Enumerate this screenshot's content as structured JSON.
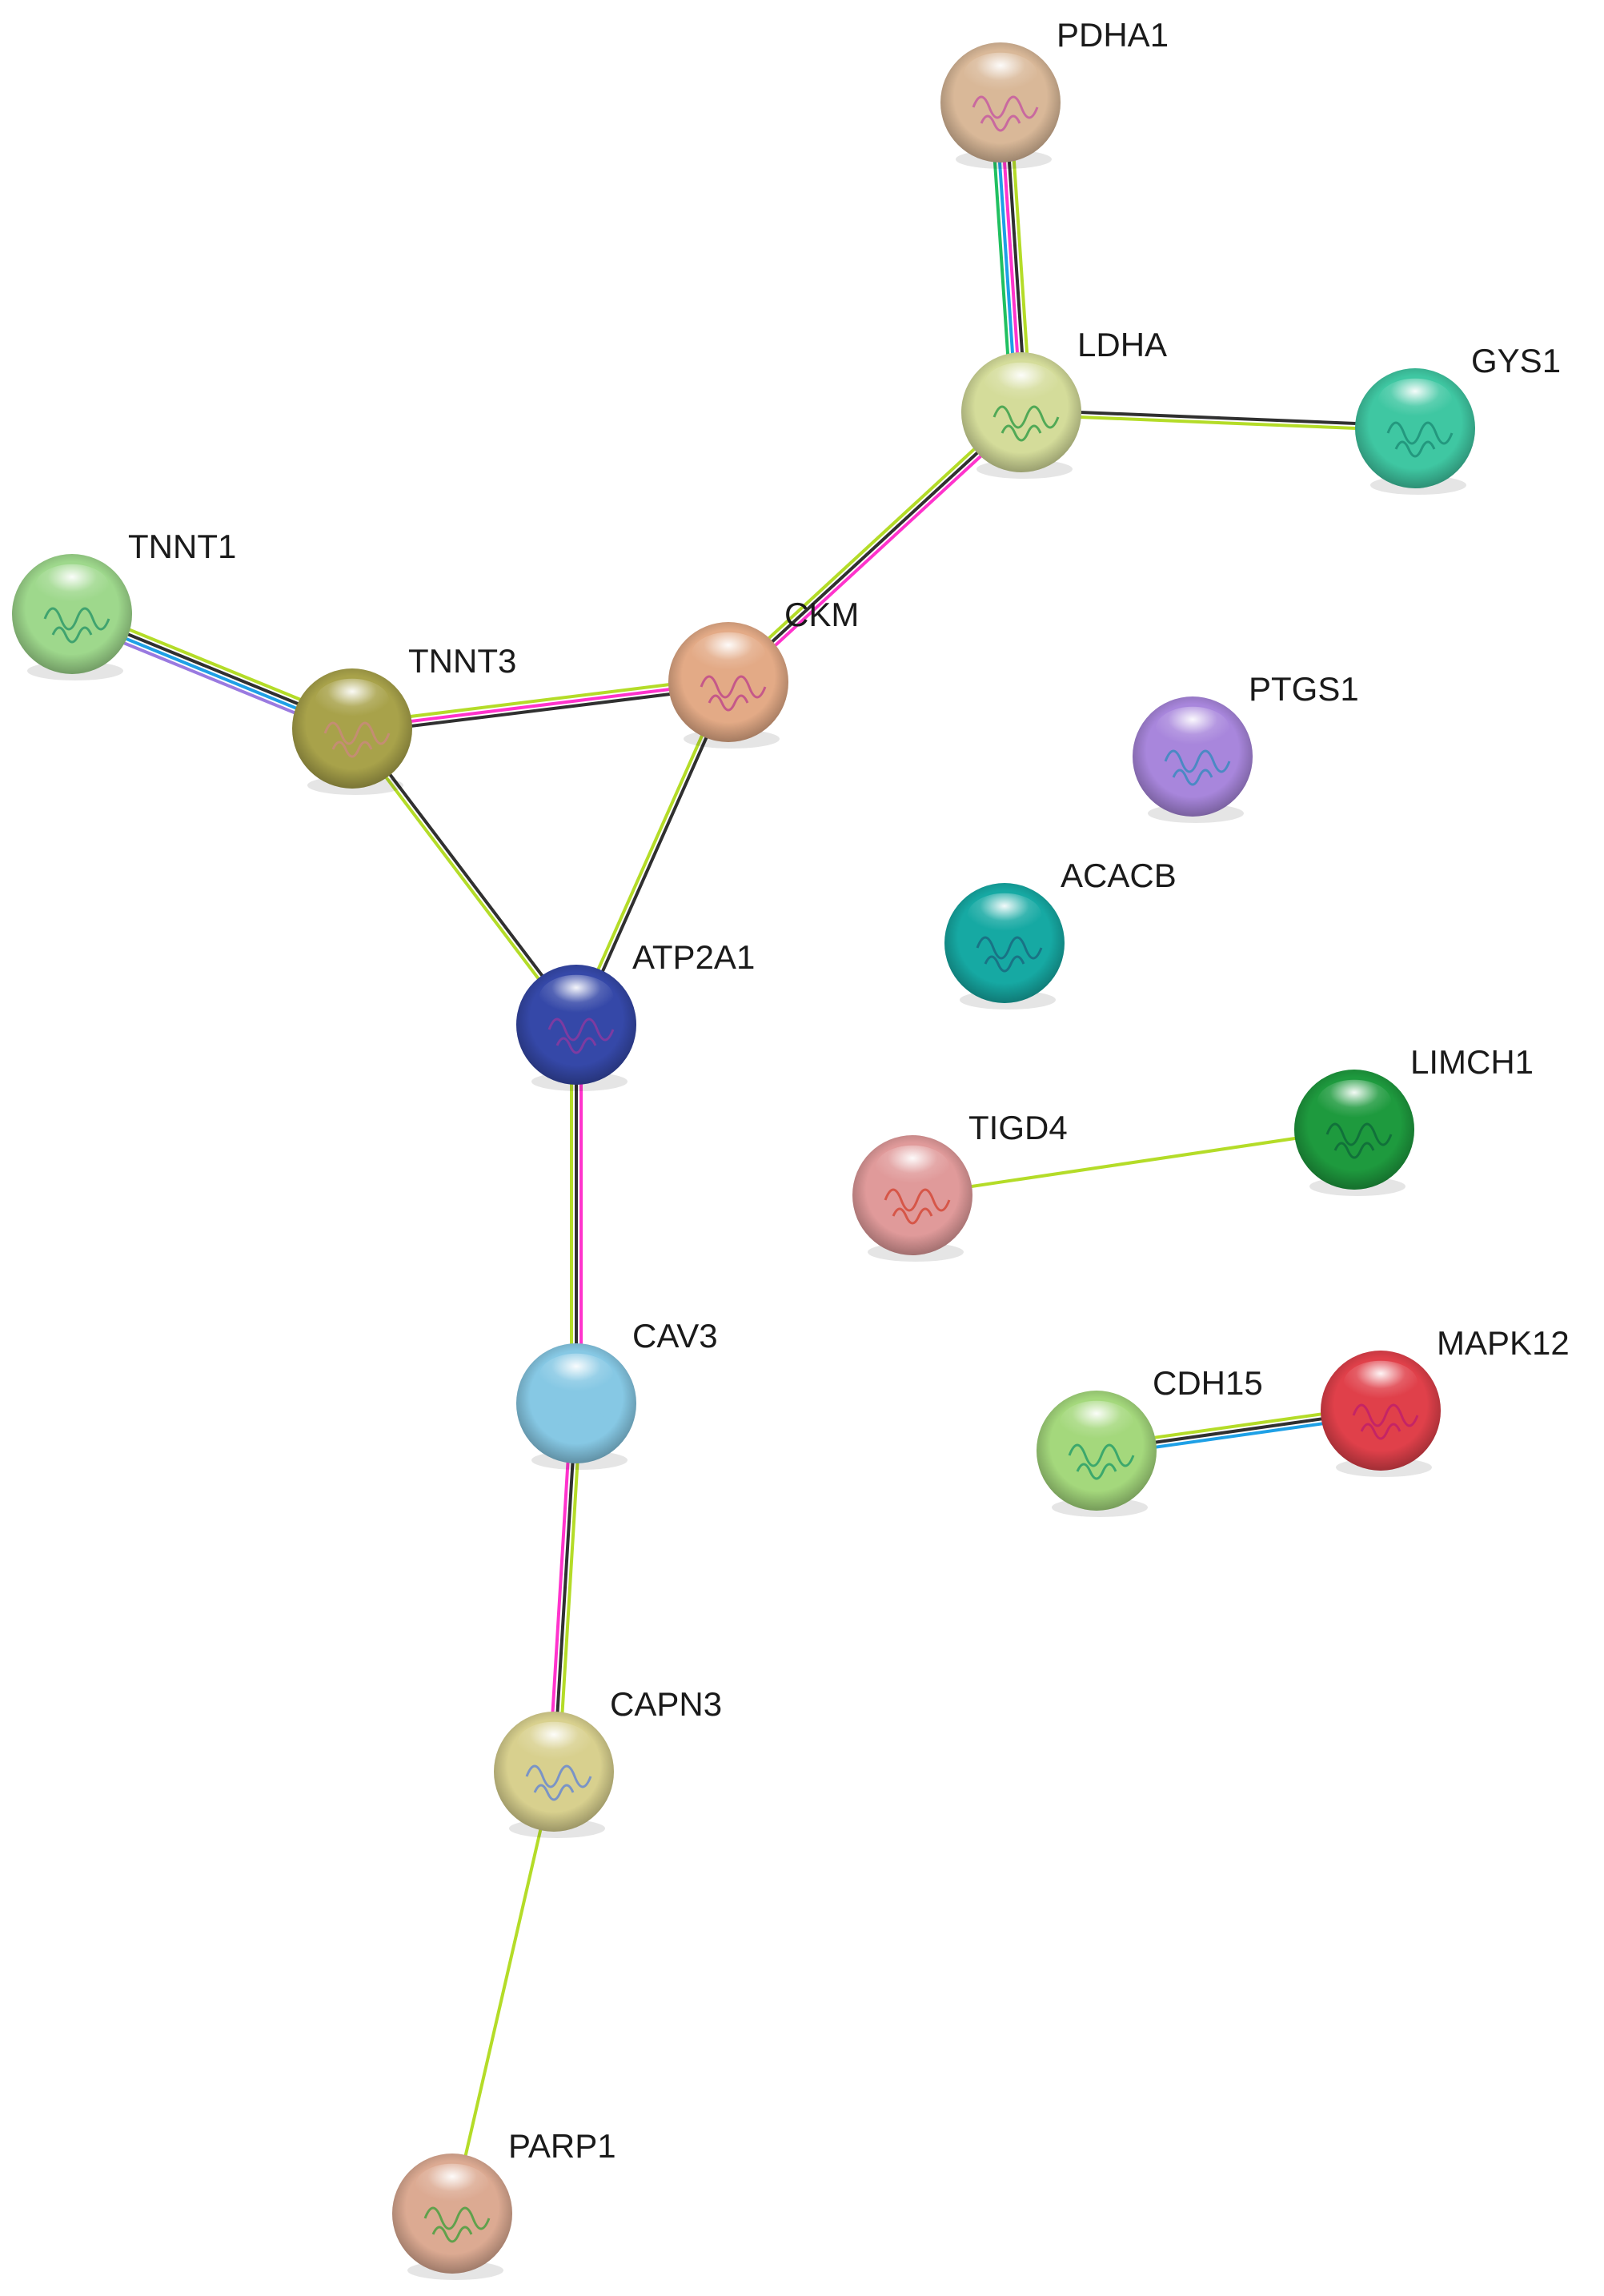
{
  "nodes": [
    {
      "id": "PDHA1",
      "label": "PDHA1",
      "color": "#d9b898",
      "glyph": "#c55aa0"
    },
    {
      "id": "LDHA",
      "label": "LDHA",
      "color": "#d4dc9a",
      "glyph": "#3aa04a"
    },
    {
      "id": "GYS1",
      "label": "GYS1",
      "color": "#3fc7a2",
      "glyph": "#1f8f78"
    },
    {
      "id": "TNNT1",
      "label": "TNNT1",
      "color": "#9ed88c",
      "glyph": "#2f9a6a"
    },
    {
      "id": "TNNT3",
      "label": "TNNT3",
      "color": "#a8a24a",
      "glyph": "#c98a7a"
    },
    {
      "id": "CKM",
      "label": "CKM",
      "color": "#e3aa86",
      "glyph": "#c04a8a"
    },
    {
      "id": "PTGS1",
      "label": "PTGS1",
      "color": "#a886dc",
      "glyph": "#3b8ac0"
    },
    {
      "id": "ACACB",
      "label": "ACACB",
      "color": "#16a9a3",
      "glyph": "#1a6a80"
    },
    {
      "id": "ATP2A1",
      "label": "ATP2A1",
      "color": "#3548a8",
      "glyph": "#8a3aa0"
    },
    {
      "id": "LIMCH1",
      "label": "LIMCH1",
      "color": "#1e9a3e",
      "glyph": "#0f6a3a"
    },
    {
      "id": "TIGD4",
      "label": "TIGD4",
      "color": "#e09a9a",
      "glyph": "#d44a3a"
    },
    {
      "id": "CAV3",
      "label": "CAV3",
      "color": "#86c8e4",
      "glyph": "#86c8e4"
    },
    {
      "id": "MAPK12",
      "label": "MAPK12",
      "color": "#e0404a",
      "glyph": "#c0206a"
    },
    {
      "id": "CDH15",
      "label": "CDH15",
      "color": "#a4d87c",
      "glyph": "#2aa06a"
    },
    {
      "id": "CAPN3",
      "label": "CAPN3",
      "color": "#d8d08e",
      "glyph": "#6a8ad0"
    },
    {
      "id": "PARP1",
      "label": "PARP1",
      "color": "#dcaa92",
      "glyph": "#4aa040"
    }
  ],
  "edges": [
    {
      "source": "PDHA1",
      "target": "LDHA",
      "colors": [
        "#b4dc28",
        "#303030",
        "#ff33cc",
        "#1ea0e6",
        "#20c060"
      ]
    },
    {
      "source": "LDHA",
      "target": "GYS1",
      "colors": [
        "#303030",
        "#b4dc28"
      ]
    },
    {
      "source": "LDHA",
      "target": "CKM",
      "colors": [
        "#ff33cc",
        "#303030",
        "#b4dc28"
      ]
    },
    {
      "source": "TNNT1",
      "target": "TNNT3",
      "colors": [
        "#b4dc28",
        "#303030",
        "#1ea0e6",
        "#9a7ae0"
      ]
    },
    {
      "source": "TNNT3",
      "target": "CKM",
      "colors": [
        "#b4dc28",
        "#ff33cc",
        "#303030"
      ]
    },
    {
      "source": "TNNT3",
      "target": "ATP2A1",
      "colors": [
        "#303030",
        "#b4dc28"
      ]
    },
    {
      "source": "CKM",
      "target": "ATP2A1",
      "colors": [
        "#303030",
        "#b4dc28"
      ]
    },
    {
      "source": "ATP2A1",
      "target": "CAV3",
      "colors": [
        "#ff33cc",
        "#303030",
        "#b4dc28"
      ]
    },
    {
      "source": "CAV3",
      "target": "CAPN3",
      "colors": [
        "#b4dc28",
        "#303030",
        "#ff33cc"
      ]
    },
    {
      "source": "CAPN3",
      "target": "PARP1",
      "colors": [
        "#b4dc28"
      ]
    },
    {
      "source": "TIGD4",
      "target": "LIMCH1",
      "colors": [
        "#b4dc28"
      ]
    },
    {
      "source": "CDH15",
      "target": "MAPK12",
      "colors": [
        "#b4dc28",
        "#303030",
        "#1ea0e6"
      ]
    }
  ]
}
